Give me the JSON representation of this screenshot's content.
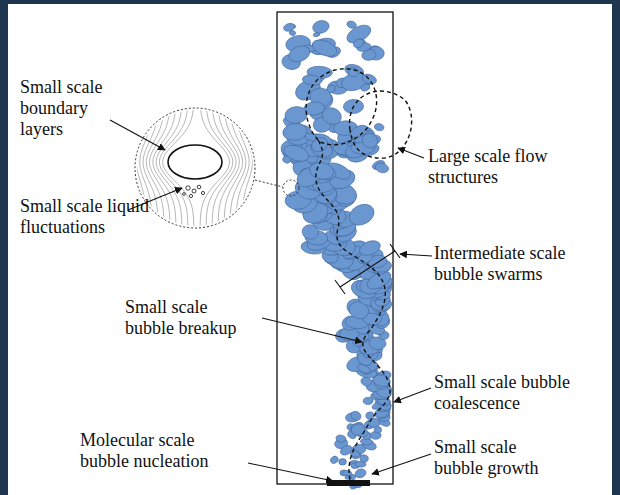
{
  "diagram": {
    "labels": [
      "Small scale boundary layers",
      "Small scale liquid fluctuations",
      "Large scale flow structures",
      "Intermediate scale bubble swarms",
      "Small scale bubble breakup",
      "Small scale bubble coalescence",
      "Molecular scale bubble nucleation",
      "Small scale bubble growth"
    ]
  }
}
